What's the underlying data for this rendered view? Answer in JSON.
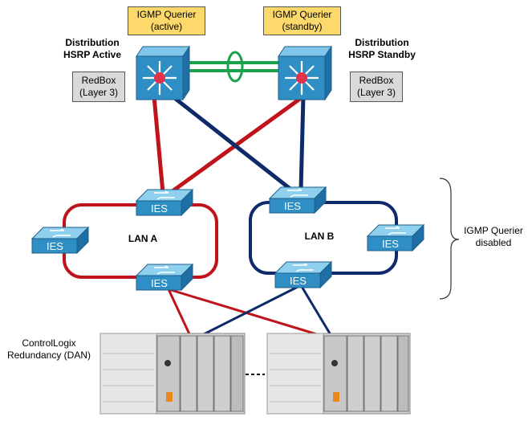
{
  "queriers": {
    "active": "IGMP Querier\n(active)",
    "standby": "IGMP Querier\n(standby)"
  },
  "distribution": {
    "active": "Distribution\nHSRP Active",
    "standby": "Distribution\nHSRP Standby"
  },
  "redbox": {
    "left": "RedBox\n(Layer 3)",
    "right": "RedBox\n(Layer 3)"
  },
  "lans": {
    "a": "LAN A",
    "b": "LAN B"
  },
  "ies_label": "IES",
  "side_note": "IGMP Querier\ndisabled",
  "controllogix": "ControlLogix\nRedundancy (DAN)",
  "colors": {
    "lan_a": "#c0141c",
    "lan_b": "#0f2a6b",
    "trunk": "#1aa34a",
    "switch": "#2f8fc4"
  }
}
